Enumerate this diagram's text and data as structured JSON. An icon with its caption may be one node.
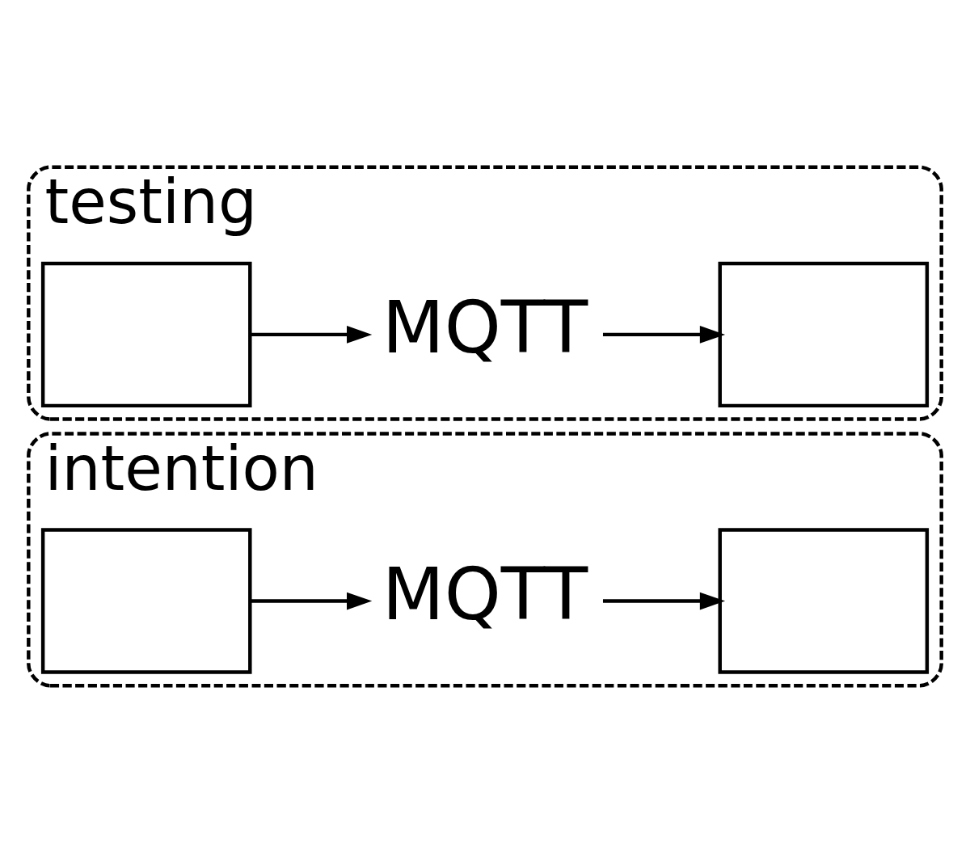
{
  "diagram": {
    "nodes": [
      {
        "text": [
          "testing"
        ]
      },
      {
        "text": [],
        "shape": "box",
        "in": 0
      },
      {
        "text": [
          "MQTT"
        ],
        "in": 0
      },
      {
        "text": [],
        "shape": "box",
        "in": 0
      },
      {
        "text": [
          "intention"
        ]
      },
      {
        "text": [],
        "shape": "box",
        "in": 4
      },
      {
        "text": [
          "MQTT"
        ],
        "in": 4
      },
      {
        "text": [],
        "shape": "box",
        "in": 4
      }
    ],
    "edges": [
      {
        "from": 1,
        "to": 2,
        "arrow": "to"
      },
      {
        "from": 2,
        "to": 3,
        "arrow": "to"
      },
      {
        "from": 5,
        "to": 6,
        "arrow": "to"
      },
      {
        "from": 6,
        "to": 7,
        "arrow": "to"
      }
    ]
  }
}
